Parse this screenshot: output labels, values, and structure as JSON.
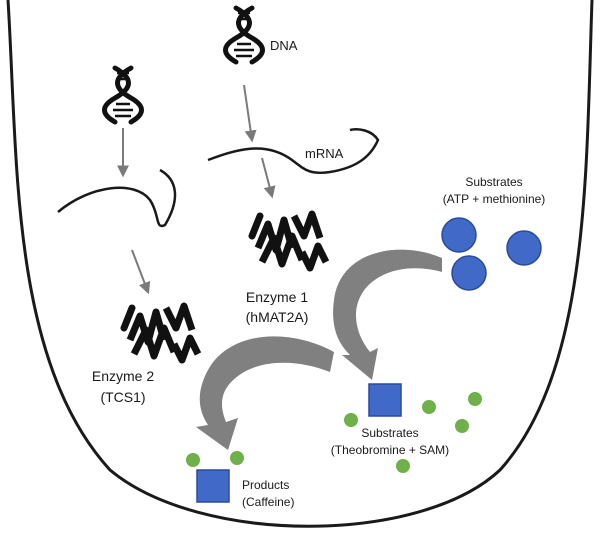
{
  "labels": {
    "dna": "DNA",
    "mrna": "mRNA",
    "substrates_top_line1": "Substrates",
    "substrates_top_line2": "(ATP + methionine)",
    "enzyme1_line1": "Enzyme 1",
    "enzyme1_line2": "(hMAT2A)",
    "enzyme2_line1": "Enzyme 2",
    "enzyme2_line2": "(TCS1)",
    "substrates_bottom_line1": "Substrates",
    "substrates_bottom_line2": "(Theobromine + SAM)",
    "products_line1": "Products",
    "products_line2": "(Caffeine)"
  },
  "colors": {
    "outline": "#1a1a1a",
    "arrow_gray": "#808080",
    "connector_gray": "#7a7a7a",
    "atp_blue": "#4169c8",
    "atp_stroke": "#2a4a9a",
    "sam_green": "#6fb04a",
    "square_blue": "#4169c8",
    "protein_black": "#111111"
  },
  "icons": {
    "dna_helix": "dna-helix-icon",
    "protein": "folded-protein-icon",
    "substrate_molecule": "circle-molecule-icon",
    "product_molecule": "square-molecule-icon"
  }
}
